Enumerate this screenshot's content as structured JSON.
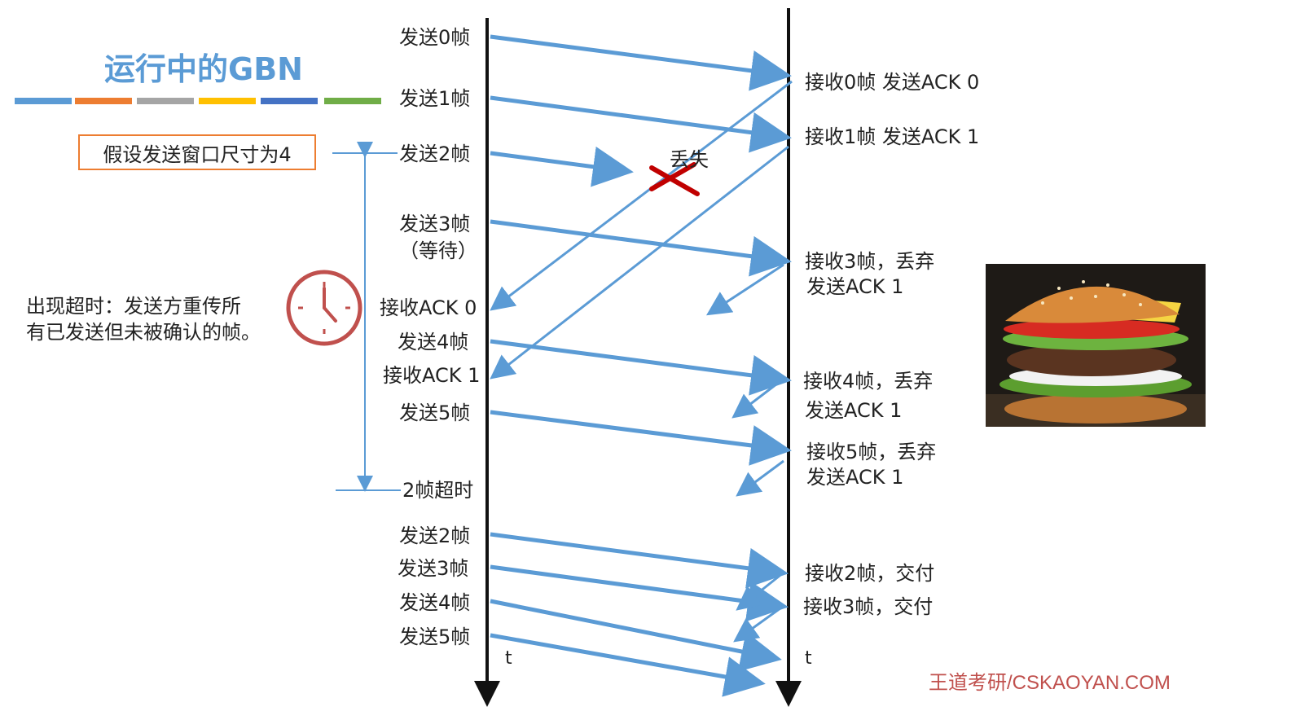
{
  "title": "运行中的GBN",
  "color_bars": [
    "#5b9bd5",
    "#ed7d31",
    "#a5a5a5",
    "#ffc000",
    "#4472c4",
    "#70ad47"
  ],
  "assumption": "假设发送窗口尺寸为4",
  "timeout_note": {
    "line1": "出现超时：发送方重传所",
    "line2": "有已发送但未被确认的帧。"
  },
  "lost_label": "丢失",
  "sender_labels": {
    "send0": "发送0帧",
    "send1": "发送1帧",
    "send2": "发送2帧",
    "send3": "发送3帧",
    "wait": "（等待）",
    "recv_ack0": "接收ACK 0",
    "send4": "发送4帧",
    "recv_ack1": "接收ACK 1",
    "send5": "发送5帧",
    "timeout2": "2帧超时",
    "resend2": "发送2帧",
    "resend3": "发送3帧",
    "resend4": "发送4帧",
    "resend5": "发送5帧"
  },
  "receiver_labels": {
    "r0": "接收0帧 发送ACK 0",
    "r1": "接收1帧 发送ACK 1",
    "r3a": "接收3帧，丢弃",
    "r3b": "发送ACK 1",
    "r4a": "接收4帧，丢弃",
    "r4b": "发送ACK 1",
    "r5a": "接收5帧，丢弃",
    "r5b": "发送ACK 1",
    "r2": "接收2帧，交付",
    "r3": "接收3帧，交付"
  },
  "axis_label": "t",
  "watermark": "王道考研/CSKAOYAN.COM",
  "colors": {
    "arrow": "#5b9bd5",
    "title": "#5b9bd5",
    "box_border": "#ed7d31",
    "clock": "#c0504d",
    "lost_x": "#c00000",
    "watermark": "#c0504d"
  }
}
